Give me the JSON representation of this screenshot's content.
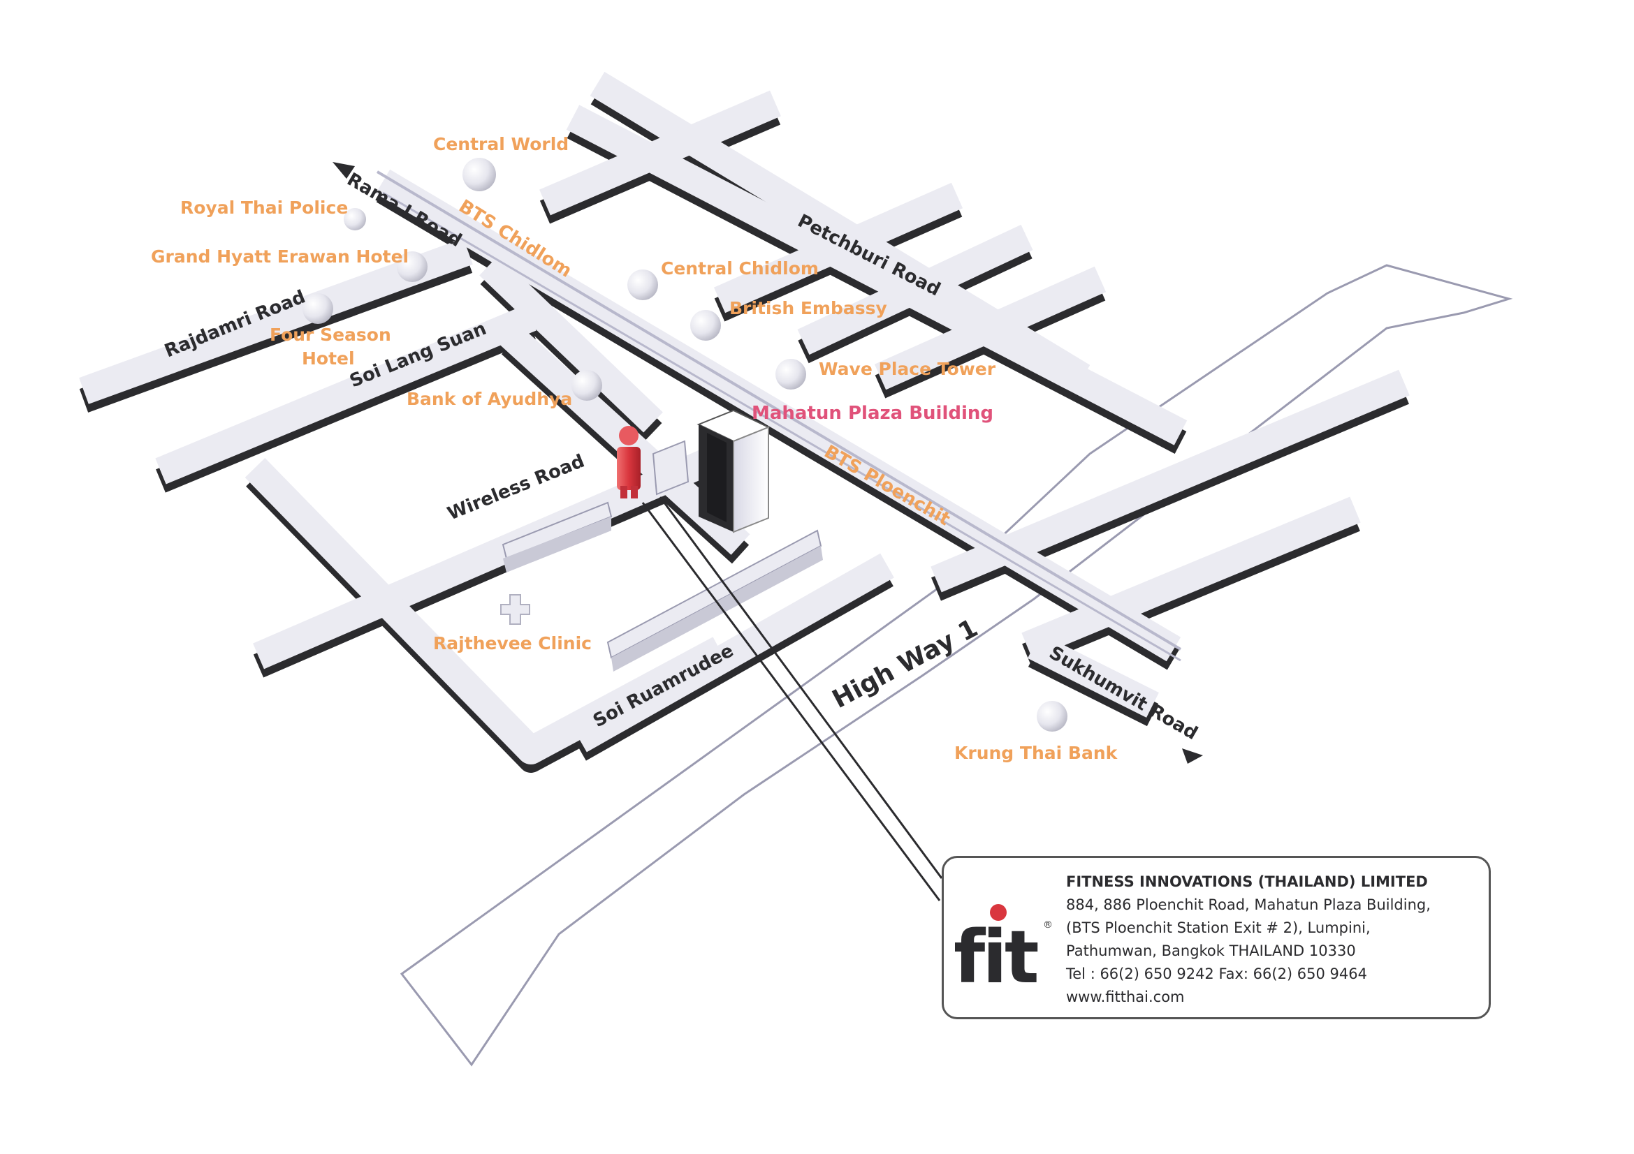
{
  "roads": {
    "rama1": "Rama I Road",
    "petchburi": "Petchburi Road",
    "rajdamri": "Rajdamri Road",
    "lang_suan": "Soi  Lang Suan",
    "wireless": "Wireless Road",
    "ruamrudee": "Soi Ruamrudee",
    "sukhumvit": "Sukhumvit  Road",
    "highway": "High Way 1"
  },
  "bts": {
    "chidlom": "BTS Chidlom",
    "ploenchit": "BTS Ploenchit"
  },
  "places": {
    "central_world": "Central World",
    "royal_thai_police": "Royal Thai Police",
    "grand_hyatt": "Grand Hyatt Erawan Hotel",
    "four_season_1": "Four Season",
    "four_season_2": "Hotel",
    "bank_of_ayudhya": "Bank of Ayudhya",
    "central_chidlom": "Central Chidlom",
    "british_embassy": "British Embassy",
    "wave_place": "Wave Place Tower",
    "mahatun": "Mahatun Plaza Building",
    "rajthevee": "Rajthevee Clinic",
    "krung_thai": "Krung Thai Bank"
  },
  "colors": {
    "road": "#ebebf2",
    "road_shadow": "#2b2b2e",
    "label_orange": "#f0a15a",
    "label_pink": "#e0527a",
    "marker_red": "#d9363e"
  },
  "icons": {
    "logo": "fit-logo",
    "landmark": "sphere-icon",
    "clinic": "cross-icon",
    "person": "person-marker-icon"
  },
  "company": {
    "logo_text": "fit",
    "registered": "®",
    "name": "FITNESS INNOVATIONS (THAILAND) LIMITED",
    "address1": "884, 886 Ploenchit Road, Mahatun Plaza Building,",
    "address2": "(BTS Ploenchit Station Exit # 2), Lumpini,",
    "address3": "Pathumwan, Bangkok THAILAND 10330",
    "phone": "Tel : 66(2) 650 9242  Fax: 66(2) 650 9464",
    "website": "www.fitthai.com"
  }
}
